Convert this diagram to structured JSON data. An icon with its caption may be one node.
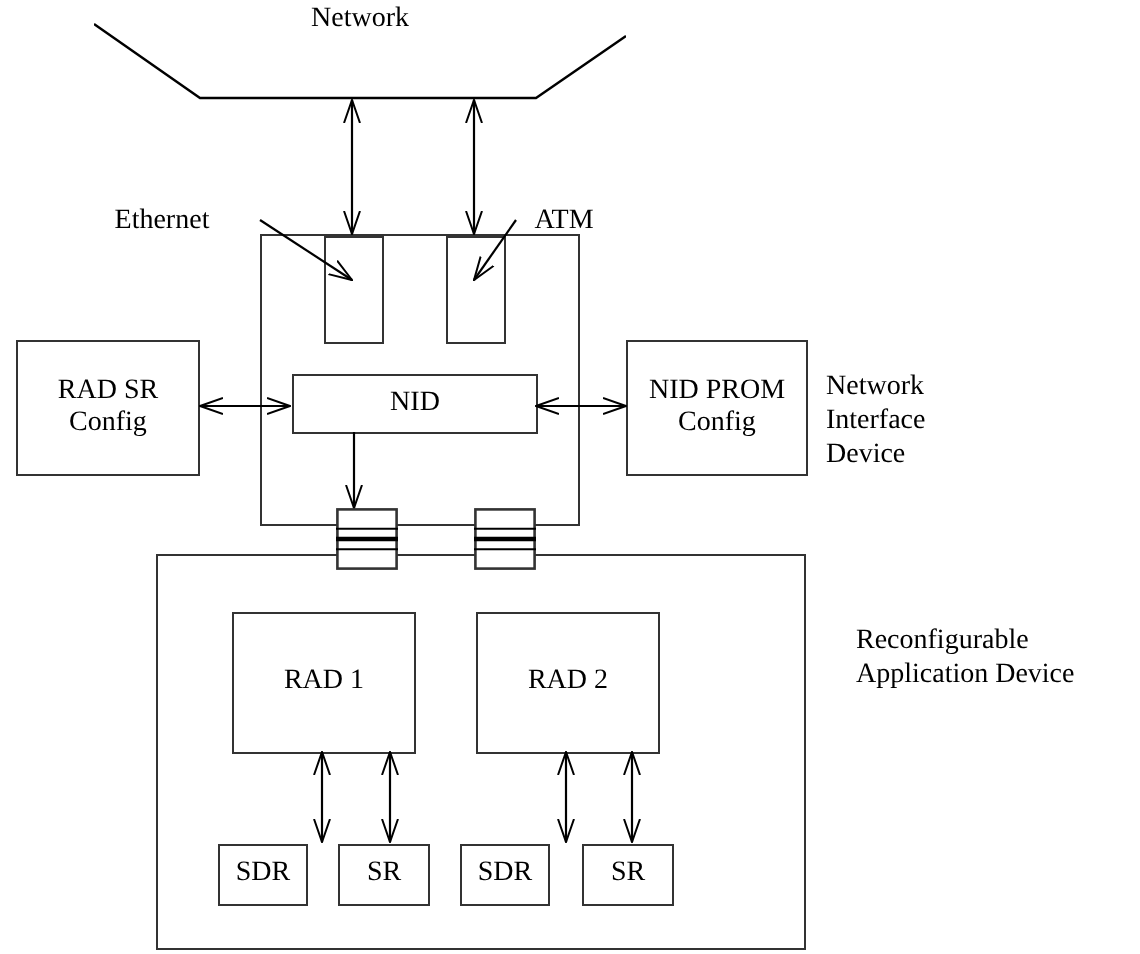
{
  "diagram": {
    "nodes": [
      {
        "text": [
          "Network"
        ]
      },
      {
        "text": [],
        "shape": "box"
      },
      {
        "text": [],
        "shape": "box",
        "in": 1
      },
      {
        "text": [],
        "shape": "box",
        "in": 1
      },
      {
        "text": [
          "NID"
        ],
        "in": 1
      },
      {
        "text": [
          "RAD SR Config"
        ]
      },
      {
        "text": [
          "NID PROM Config"
        ]
      },
      {
        "text": [],
        "shape": "box"
      },
      {
        "text": [],
        "shape": "box"
      },
      {
        "text": [],
        "shape": "box"
      },
      {
        "text": [
          "RAD 1"
        ],
        "in": 9
      },
      {
        "text": [
          "RAD 2"
        ],
        "in": 9
      },
      {
        "text": [
          "SDR"
        ],
        "in": 9
      },
      {
        "text": [
          "SR"
        ],
        "in": 9
      },
      {
        "text": [
          "SDR"
        ],
        "in": 9
      },
      {
        "text": [
          "SR"
        ],
        "in": 9
      },
      {
        "text": [
          "Ethernet"
        ]
      },
      {
        "text": [
          "ATM"
        ]
      }
    ],
    "edges": [
      {
        "from": 0,
        "to": 2,
        "arrow": "both"
      },
      {
        "from": 0,
        "to": 3,
        "arrow": "both"
      },
      {
        "from": 5,
        "to": 4,
        "arrow": "both"
      },
      {
        "from": 4,
        "to": 6,
        "arrow": "both"
      },
      {
        "from": 4,
        "to": 7,
        "arrow": "to"
      },
      {
        "from": 10,
        "to": 12,
        "arrow": "both"
      },
      {
        "from": 10,
        "to": 13,
        "arrow": "both"
      },
      {
        "from": 11,
        "to": 14,
        "arrow": "both"
      },
      {
        "from": 11,
        "to": 15,
        "arrow": "both"
      },
      {
        "from": 16,
        "to": 2,
        "arrow": "to"
      },
      {
        "from": 17,
        "to": 3,
        "arrow": "to"
      }
    ],
    "labels": [
      "Network Interface Device",
      "Reconfigurable Application Device"
    ]
  }
}
